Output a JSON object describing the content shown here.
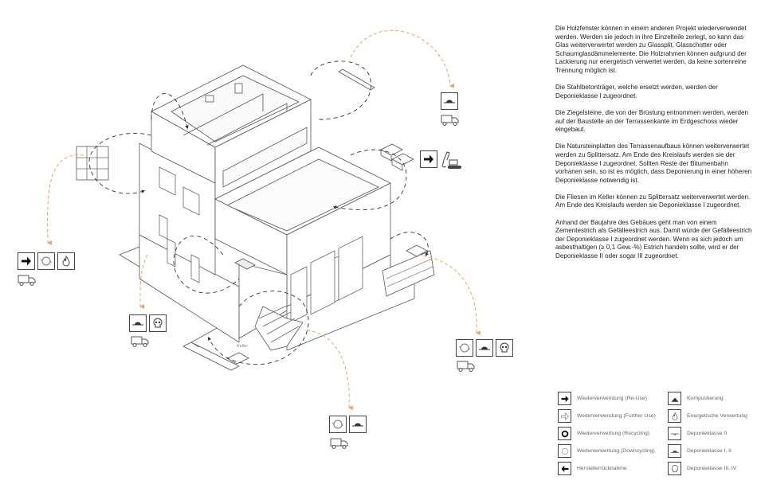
{
  "description_paragraphs": [
    "Die Holzfenster können in einem anderen Projekt wiederverwendet werden. Werden sie jedoch in ihre Einzelteile zerlegt, so kann das Glas weiterverwertet werden zu Glassplit, Glasschotter oder Schaumglasdämmelemente. Die Holzrahmen können aufgrund der Lackierung nur energetisch verwertet werden, da keine sortenreine Trennung möglich ist.",
    "Die Stahlbetonträger, welche ersetzt werden, werden der Deponieklasse I zugeordnet.",
    "Die Ziegelsteine, die von der Brüstung entnommen werden, werden auf der Baustelle an der Terrassenkante im Erdgeschoss wieder eingebaut.",
    "Die Natursteinplatten des Terrassenaufbaus können weiterverwertet werden zu Splittersatz. Am Ende des Kreislaufs werden sie der Deponieklasse I zugeordnet. Sollten Reste der Bitumenbahn vorhanen sein, so ist es möglich, dass Deponierung in einer höheren Deponieklasse notwendig ist.",
    "Die Fliesen im Keller können zu Splittersatz weiterverwertet werden. Am Ende des Kreislaufs werden sie Deponieklasse I zugeordnet.",
    "Anhand der Baujahre des Gebäues geht man von einem Zementestrich als Gefälleestrich aus. Damit würde der Gefälleestrich der Deponieklasse I zugeordnet werden. Wenn es sich jedoch um asbesthaltigen (≥ 0,1 Gew.-%) Estrich handeln sollte, wird er der Deponieklasse II oder sogar III zugeordnet."
  ],
  "drawing": {
    "keller_label": "Keller"
  },
  "legend": {
    "left": [
      {
        "icon": "arrow-right-filled-icon",
        "label": "Wiederverwendung (Re-Use)"
      },
      {
        "icon": "arrow-right-outline-icon",
        "label": "Weiterverwendung (Further Use)"
      },
      {
        "icon": "recycle-bold-icon",
        "label": "Wiederverwertung (Recycling)"
      },
      {
        "icon": "recycle-light-icon",
        "label": "Weiterverwertung (Downcycling)"
      },
      {
        "icon": "arrow-left-filled-icon",
        "label": "Herstellerrücknahme"
      }
    ],
    "right": [
      {
        "icon": "compost-icon",
        "label": "Kompostierung"
      },
      {
        "icon": "flame-icon",
        "label": "Energetische Verwertung"
      },
      {
        "icon": "landfill-0-icon",
        "label": "Deponieklasse 0"
      },
      {
        "icon": "landfill-mound-icon",
        "label": "Deponieklasse I, II"
      },
      {
        "icon": "skull-icon",
        "label": "Deponieklasse III, IV"
      }
    ]
  },
  "colors": {
    "accent_orange": "#e8a566",
    "line": "#444444"
  }
}
